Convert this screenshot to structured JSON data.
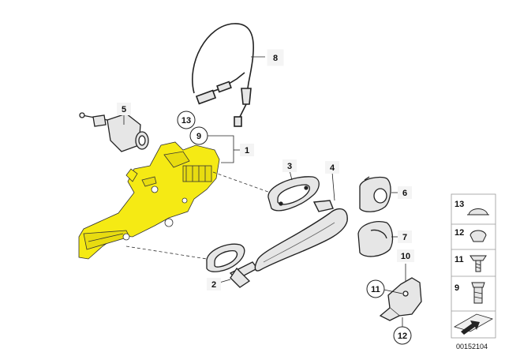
{
  "callouts": {
    "c1": "1",
    "c2": "2",
    "c3": "3",
    "c4": "4",
    "c5": "5",
    "c6": "6",
    "c7": "7",
    "c8": "8",
    "c9": "9",
    "c10": "10",
    "c11": "11",
    "c12": "12",
    "c13": "13"
  },
  "legend": {
    "items": [
      "13",
      "12",
      "11",
      "9"
    ]
  },
  "diagram_code": "00152104",
  "colors": {
    "highlight": "#f5ea14",
    "line": "#222222",
    "part_fill": "#e6e6e6",
    "legend_bg": "#f4f4f4"
  }
}
